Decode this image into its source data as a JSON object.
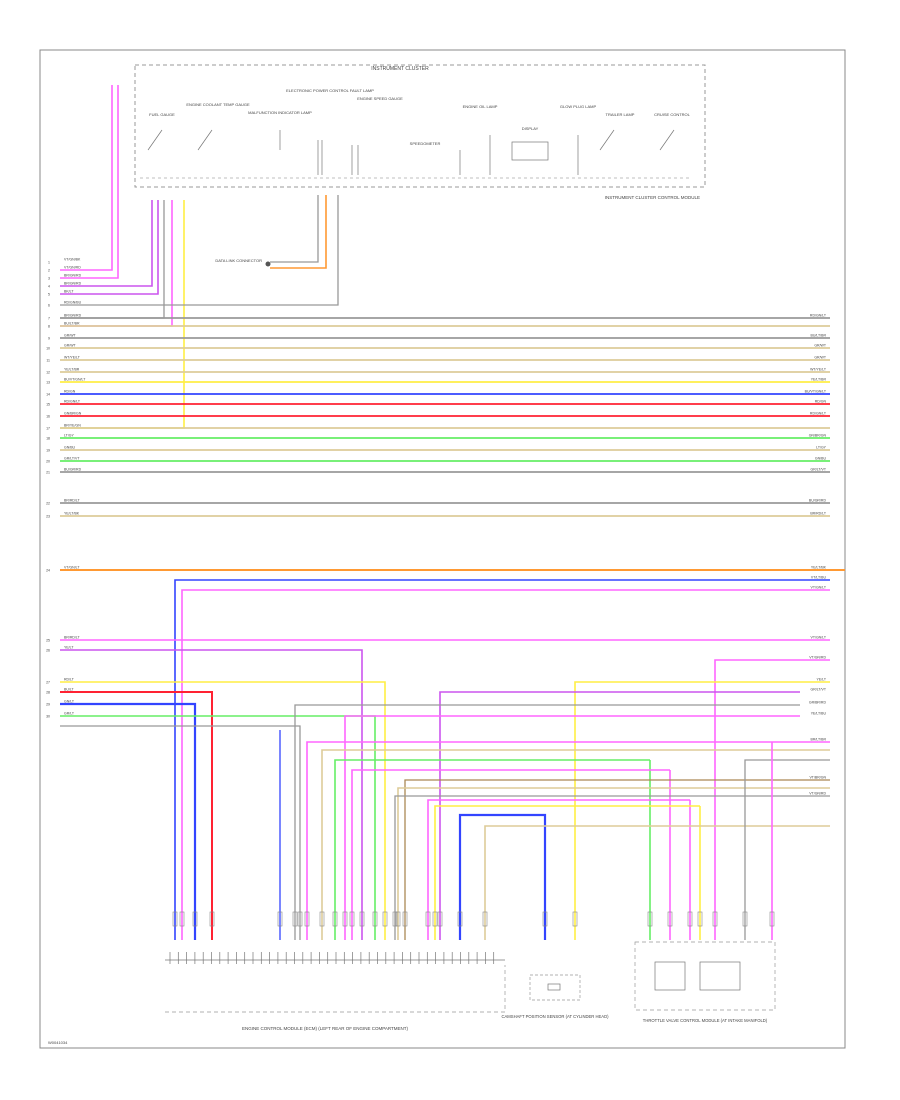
{
  "cluster": {
    "title": "INSTRUMENT CLUSTER",
    "control_module": "INSTRUMENT CLUSTER CONTROL MODULE",
    "components": [
      "FUEL GAUGE",
      "ENGINE COOLANT TEMP GAUGE",
      "MALFUNCTION INDICATOR LAMP",
      "ELECTRONIC POWER CONTROL FAULT LAMP",
      "ENGINE SPEED GAUGE",
      "SPEEDOMETER",
      "ENGINE OIL LAMP",
      "DISPLAY",
      "GLOW PLUG LAMP",
      "TRAILER LAMP",
      "CRUISE CONTROL"
    ]
  },
  "data_link": "DATA LINK CONNECTOR",
  "modules": {
    "ecm": "ENGINE CONTROL MODULE (ECM) (LEFT REAR OF ENGINE COMPARTMENT)",
    "sensor": "CAMSHAFT POSITION SENSOR (AT CYLINDER HEAD)",
    "throttle": "THROTTLE VALVE CONTROL MODULE (AT INTAKE MANIFOLD)"
  },
  "footer": "W0041034",
  "wire_colors": {
    "pink": "#ff66ff",
    "violet": "#cc55ee",
    "blue": "#3344ff",
    "red": "#ff2233",
    "orange": "#ff9933",
    "yellow": "#ffee44",
    "green": "#66ee66",
    "tan": "#ddcc99",
    "gray": "#999999",
    "brown": "#aa8855",
    "black": "#222222"
  },
  "left_wires": [
    {
      "num": "1",
      "code": "VT/GN/BK"
    },
    {
      "num": "2",
      "code": "VT/GN/RD"
    },
    {
      "num": "3",
      "code": "BR/GN/RD"
    },
    {
      "num": "4",
      "code": "BR/GN/RD"
    },
    {
      "num": "5",
      "code": "BK/LT"
    },
    {
      "num": "6",
      "code": "RD/GN/BU"
    },
    {
      "num": "7",
      "code": "BR/GN/RD"
    },
    {
      "num": "8",
      "code": "BU/LT/BR"
    },
    {
      "num": "9",
      "code": "GR/WT"
    },
    {
      "num": "10",
      "code": "GR/WT"
    },
    {
      "num": "11",
      "code": "WT/YE/LT"
    },
    {
      "num": "12",
      "code": "YE/LT/BR"
    },
    {
      "num": "13",
      "code": "BU/VT/GN/LT"
    },
    {
      "num": "14",
      "code": "RD/GN"
    },
    {
      "num": "15",
      "code": "RD/GN/LT"
    },
    {
      "num": "16",
      "code": "GN/BR/GN"
    },
    {
      "num": "17",
      "code": "BR/YE/GN"
    },
    {
      "num": "18",
      "code": "LT/GY"
    },
    {
      "num": "19",
      "code": "GN/BU"
    },
    {
      "num": "20",
      "code": "GR/LT/VT"
    },
    {
      "num": "21",
      "code": "BU/GR/RD"
    },
    {
      "num": "22",
      "code": "BR/RD/LT"
    },
    {
      "num": "23",
      "code": "YE/LT/BK"
    },
    {
      "num": "24",
      "code": "VT/GN/LT"
    },
    {
      "num": "25",
      "code": "BR/RD/LT"
    },
    {
      "num": "26",
      "code": "YE/LT"
    },
    {
      "num": "27",
      "code": "RD/LT"
    },
    {
      "num": "28",
      "code": "BU/LT"
    },
    {
      "num": "29",
      "code": "GN/LT"
    },
    {
      "num": "30",
      "code": "GR/LT"
    }
  ],
  "right_wires": [
    {
      "code": "RD/GN/LT"
    },
    {
      "code": "BU/LT/BR"
    },
    {
      "code": "GR/WT"
    },
    {
      "code": "GR/WT"
    },
    {
      "code": "WT/YE/LT"
    },
    {
      "code": "YE/LT/BR"
    },
    {
      "code": "BU/VT/GN/LT"
    },
    {
      "code": "RD/GN"
    },
    {
      "code": "RD/GN/LT"
    },
    {
      "code": "GN/BR/GN"
    },
    {
      "code": "LT/GY"
    },
    {
      "code": "GN/BU"
    },
    {
      "code": "GR/LT/VT"
    },
    {
      "code": "BU/GR/RD"
    },
    {
      "code": "BR/RD/LT"
    },
    {
      "code": "YE/LT/BK"
    },
    {
      "code": "VT/LT/BU"
    },
    {
      "code": "VT/GN/LT"
    },
    {
      "code": "VT/GN/LT"
    },
    {
      "code": "VT/GN/RD"
    },
    {
      "code": "YE/LT"
    },
    {
      "code": "GR/LT/VT"
    },
    {
      "code": "GR/BR/RD"
    },
    {
      "code": "YE/LT/BU"
    },
    {
      "code": "BR/LT/BR"
    },
    {
      "code": "VT/BR/GN"
    },
    {
      "code": "VT/GN/RD"
    }
  ]
}
